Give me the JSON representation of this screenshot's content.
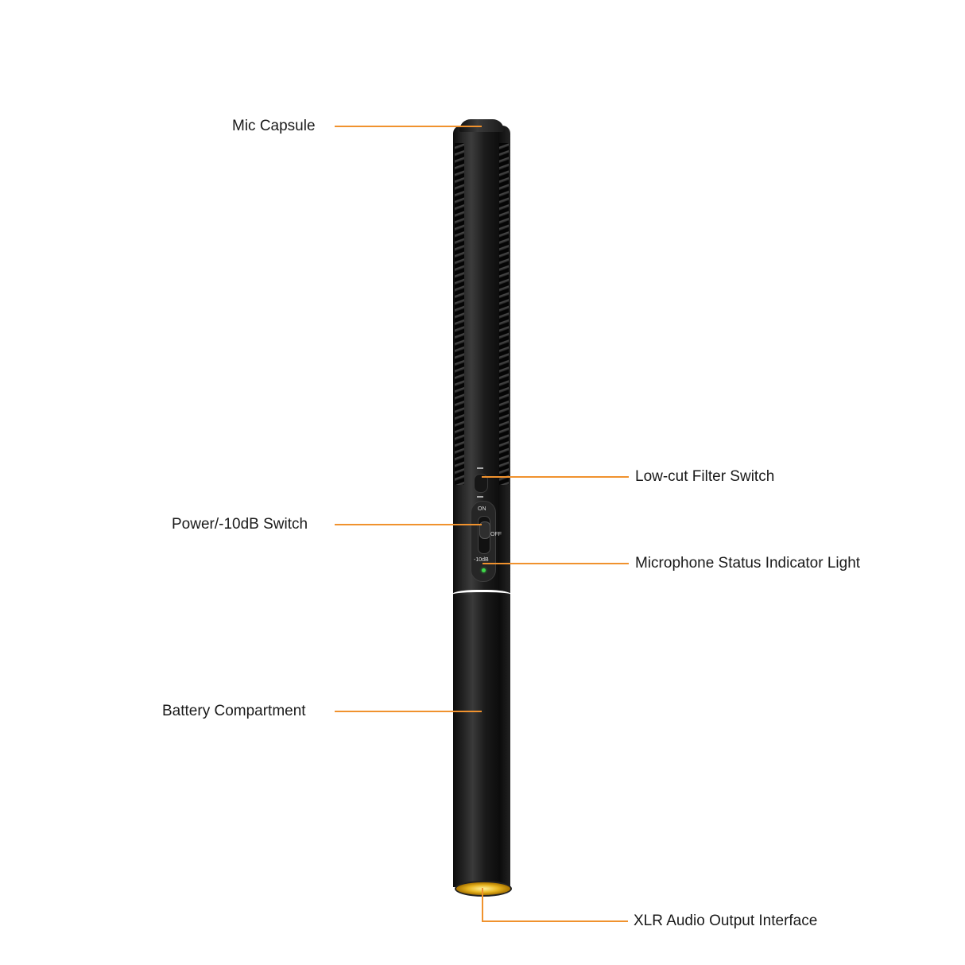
{
  "diagram": {
    "subject": "Shotgun microphone",
    "accent_color": "#f0922e",
    "labels": [
      {
        "id": "mic-capsule",
        "text": "Mic Capsule"
      },
      {
        "id": "low-cut-filter-switch",
        "text": "Low-cut Filter Switch"
      },
      {
        "id": "power-switch",
        "text": "Power/-10dB Switch"
      },
      {
        "id": "status-indicator",
        "text": "Microphone Status Indicator Light"
      },
      {
        "id": "battery-compartment",
        "text": "Battery Compartment"
      },
      {
        "id": "xlr-output",
        "text": "XLR Audio Output Interface"
      }
    ],
    "switch_marks": {
      "on": "ON",
      "off": "OFF",
      "attenuation": "-10dB"
    },
    "led_color": "#3ed94a"
  }
}
